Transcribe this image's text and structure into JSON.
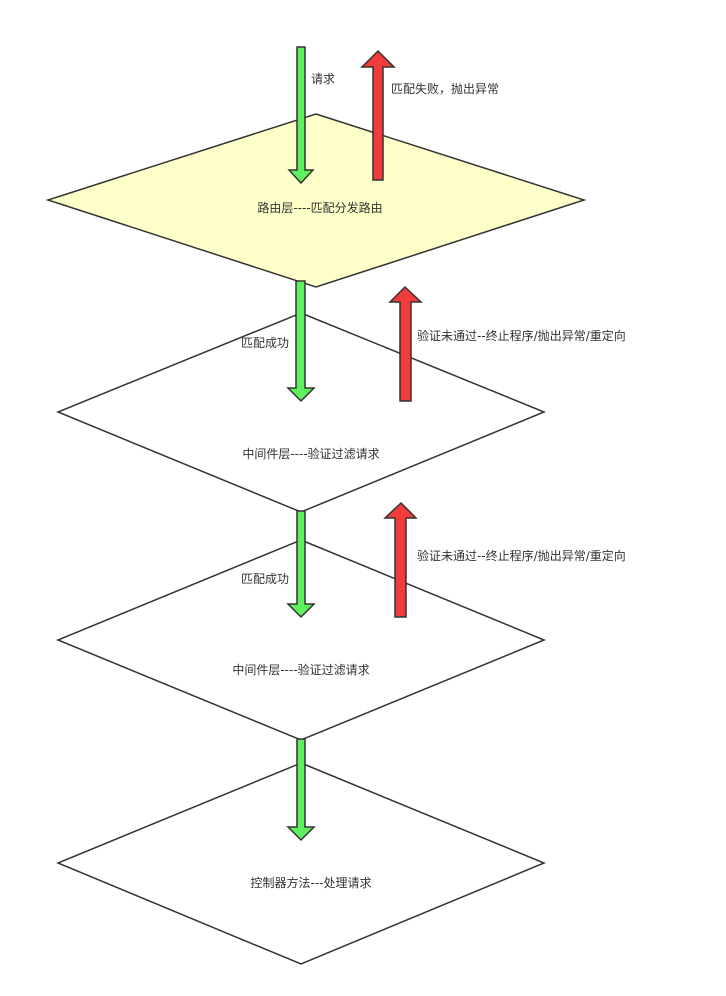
{
  "layers": [
    {
      "label": "路由层----匹配分发路由",
      "fill": "#ffffc9"
    },
    {
      "label": "中间件层----验证过滤请求",
      "fill": "#ffffff"
    },
    {
      "label": "中间件层----验证过滤请求",
      "fill": "#ffffff"
    },
    {
      "label": "控制器方法---处理请求",
      "fill": "#ffffff"
    }
  ],
  "down_arrows": [
    {
      "label": "请求",
      "color": "#5ef05e"
    },
    {
      "label": "匹配成功",
      "color": "#5ef05e"
    },
    {
      "label": "匹配成功",
      "color": "#5ef05e"
    },
    {
      "label": "",
      "color": "#5ef05e"
    }
  ],
  "up_arrows": [
    {
      "label": "匹配失败，抛出异常",
      "color": "#f23c3c"
    },
    {
      "label": "验证未通过--终止程序/抛出异常/重定向",
      "color": "#f23c3c"
    },
    {
      "label": "验证未通过--终止程序/抛出异常/重定向",
      "color": "#f23c3c"
    }
  ]
}
